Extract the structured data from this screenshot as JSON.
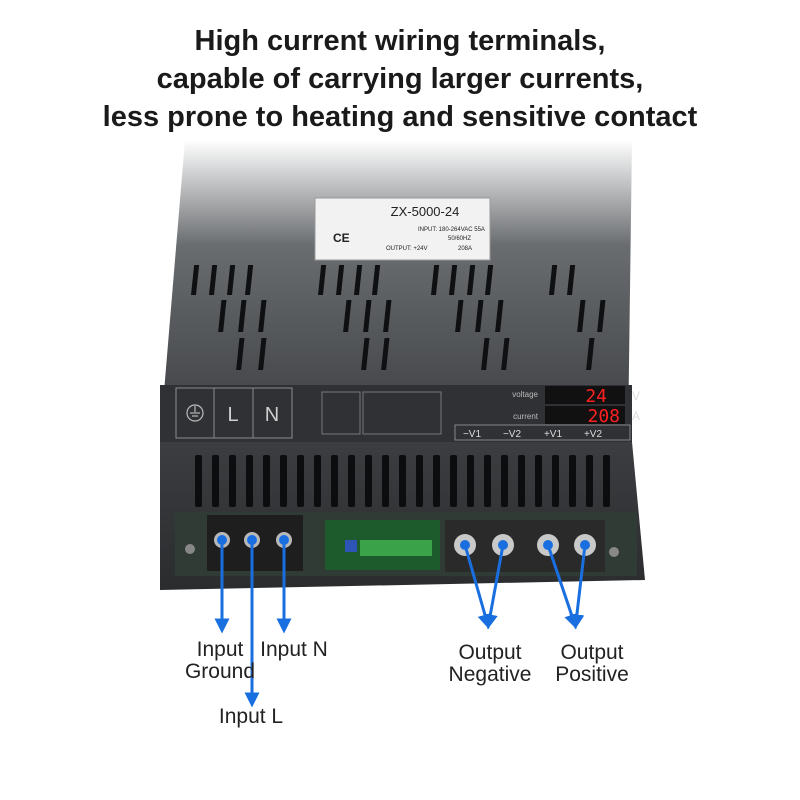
{
  "headline": {
    "line1": "High current wiring terminals,",
    "line2": "capable of carrying larger currents,",
    "line3": "less prone to heating and sensitive contact"
  },
  "label_plate": {
    "model": "ZX-5000-24",
    "input": "INPUT: 180-264VAC 55A",
    "freq": "50/60HZ",
    "output": "OUTPUT: +24V",
    "output_current": "208A",
    "mark": "CE"
  },
  "front_panel": {
    "earth_symbol": "earth-ground-icon",
    "terminal_L": "L",
    "terminal_N": "N",
    "voltage_label": "voltage",
    "voltage_value": "24",
    "voltage_unit": "V",
    "current_label": "current",
    "current_value": "208",
    "current_unit": "A",
    "outputs": [
      "−V1",
      "−V2",
      "+V1",
      "+V2"
    ]
  },
  "callouts": {
    "input_ground": [
      "Input",
      "Ground"
    ],
    "input_l": "Input L",
    "input_n": "Input N",
    "output_negative": [
      "Output",
      "Negative"
    ],
    "output_positive": [
      "Output",
      "Positive"
    ]
  },
  "colors": {
    "arrow": "#1a6fe0",
    "display_red": "#ff2020",
    "body_dark": "#2e3033"
  }
}
